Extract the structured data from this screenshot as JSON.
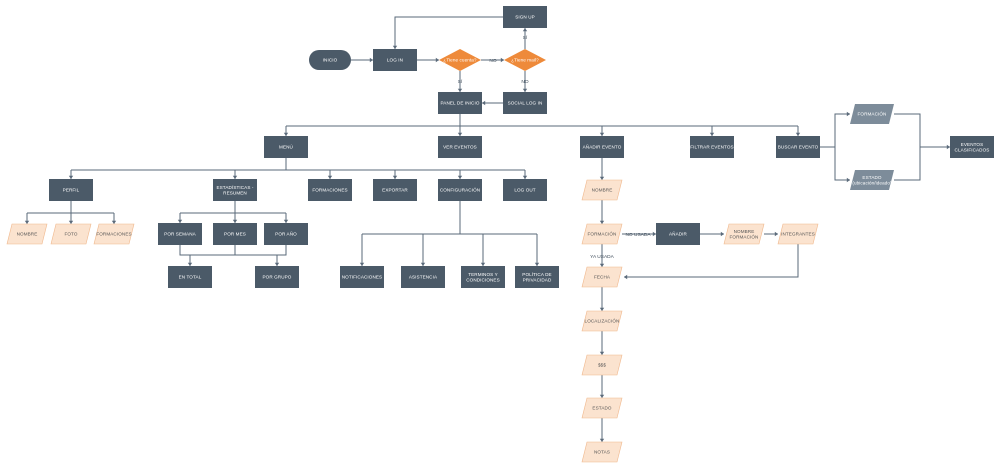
{
  "colors": {
    "dark": "#4b5a68",
    "dark_text": "#ffffff",
    "decision": "#ee8a3a",
    "decision_text": "#ffffff",
    "input": "#fbe3cf",
    "input_stroke": "#f0b98e",
    "input_text": "#555555",
    "slate": "#7d8c9a",
    "line": "#5a6a7a"
  },
  "nodes": {
    "inicio": "INICIO",
    "login": "LOG IN",
    "signup": "SIGN UP",
    "tiene_cuenta": "¿Tiene cuenta?",
    "tiene_mail": "¿Tiene mail?",
    "panel_inicio": "PANEL DE INICIO",
    "social_login": "SOCIAL LOG IN",
    "menu": "MENÚ",
    "ver_eventos": "VER EVENTOS",
    "anadir_evento": "AÑADIR EVENTO",
    "filtrar_eventos": "FILTRAR EVENTOS",
    "buscar_evento": "BUSCAR EVENTO",
    "formacion_slate": "FORMACIÓN",
    "estado_slate_1": "ESTADO",
    "estado_slate_2": "(ubicación/ideado)",
    "eventos_clasificados_1": "EVENTOS",
    "eventos_clasificados_2": "CLASIFICADOS",
    "perfil": "PERFIL",
    "estadisticas_1": "ESTADÍSTICAS -",
    "estadisticas_2": "RESUMEN",
    "formaciones": "FORMACIONES",
    "exportar": "EXPORTAR",
    "configuracion": "CONFIGURACIÓN",
    "logout": "LOG OUT",
    "nombre_perfil": "NOMBRE",
    "foto": "FOTO",
    "formaciones_perfil": "FORMACIONES",
    "por_semana": "POR SEMANA",
    "por_mes": "POR MES",
    "por_ano": "POR AÑO",
    "en_total": "EN TOTAL",
    "por_grupo": "POR GRUPO",
    "notificaciones": "NOTIFICACIONES",
    "asistencia": "ASISTENCIA",
    "terminos_1": "TERMINOS Y",
    "terminos_2": "CONDICIONES",
    "politica_1": "POLÍTICA DE",
    "politica_2": "PRIVACIDAD",
    "nombre_evento": "NOMBRE",
    "formacion_evento": "FORMACIÓN",
    "anadir": "AÑADIR",
    "nombre_formacion_1": "NOMBRE",
    "nombre_formacion_2": "FORMACIÓN",
    "integrantes": "INTEGRANTES",
    "fecha": "FECHA",
    "localizacion": "LOCALIZACIÓN",
    "dinero": "$$$",
    "estado": "ESTADO",
    "notas": "NOTAS"
  },
  "edge_labels": {
    "si_signup": "SÍ",
    "no_cuenta": "NO",
    "si_cuenta": "SÍ",
    "no_mail": "NO",
    "no_usada": "NO USADA",
    "ya_usada": "YA USADA"
  }
}
